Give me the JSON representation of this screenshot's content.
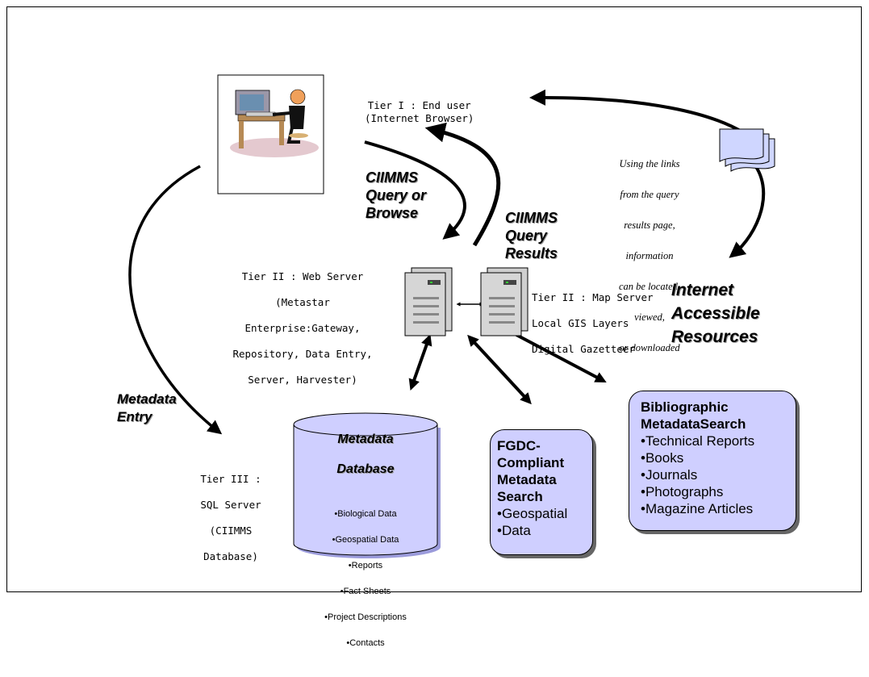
{
  "tier1": {
    "line1": "Tier I : End user",
    "line2": "(Internet Browser)"
  },
  "query_label": {
    "line1": "CIIMMS",
    "line2": "Query or",
    "line3": "Browse"
  },
  "results_label": {
    "line1": "CIIMMS",
    "line2": "Query",
    "line3": "Results"
  },
  "links_note": [
    "Using the links",
    "from the query",
    "results page,",
    "information",
    "can be located,",
    "viewed,",
    "or downloaded"
  ],
  "internet_resources": {
    "line1": "Internet",
    "line2": "Accessible",
    "line3": "Resources"
  },
  "tier2_web": [
    "Tier II : Web Server",
    "(Metastar",
    "Enterprise:Gateway,",
    "Repository, Data Entry,",
    "Server, Harvester)"
  ],
  "tier2_map": [
    "Tier II : Map Server",
    "Local GIS Layers",
    "Digital Gazetteer"
  ],
  "metadata_entry": {
    "line1": "Metadata",
    "line2": "Entry"
  },
  "tier3": [
    "Tier III :",
    "SQL Server",
    "(CIIMMS",
    "Database)"
  ],
  "metadata_db": {
    "title1": "Metadata",
    "title2": "Database",
    "items": [
      "Biological Data",
      "Geospatial  Data",
      "Reports",
      "Fact Sheets",
      "Project Descriptions",
      "Contacts"
    ]
  },
  "fgdc": {
    "title": [
      "FGDC-",
      "Compliant",
      "Metadata",
      "Search"
    ],
    "items": [
      "Geospatial",
      "Data"
    ]
  },
  "biblio": {
    "title": [
      "Bibliographic",
      "MetadataSearch"
    ],
    "items": [
      "Technical Reports",
      "Books",
      "Journals",
      "Photographs",
      "Magazine Articles"
    ]
  },
  "colors": {
    "box_fill": "#cfcfff",
    "shadow": "#666666",
    "arrow": "#000000"
  },
  "icons": [
    "computer-user-icon",
    "documents-icon",
    "server-icon"
  ]
}
